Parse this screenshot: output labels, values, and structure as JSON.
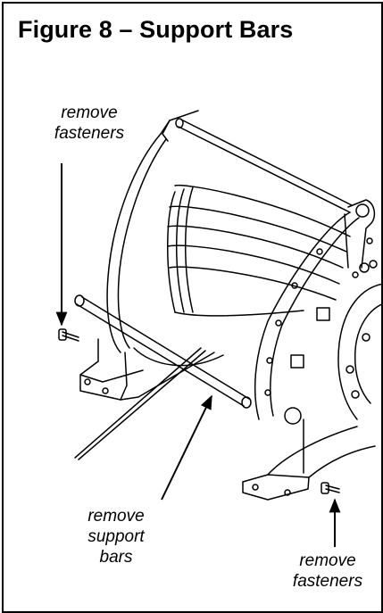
{
  "figure": {
    "title": "Figure 8 – Support Bars"
  },
  "callouts": {
    "top_left": [
      "remove",
      "fasteners"
    ],
    "middle": [
      "remove",
      "support",
      "bars"
    ],
    "bottom_right": [
      "remove",
      "fasteners"
    ]
  }
}
